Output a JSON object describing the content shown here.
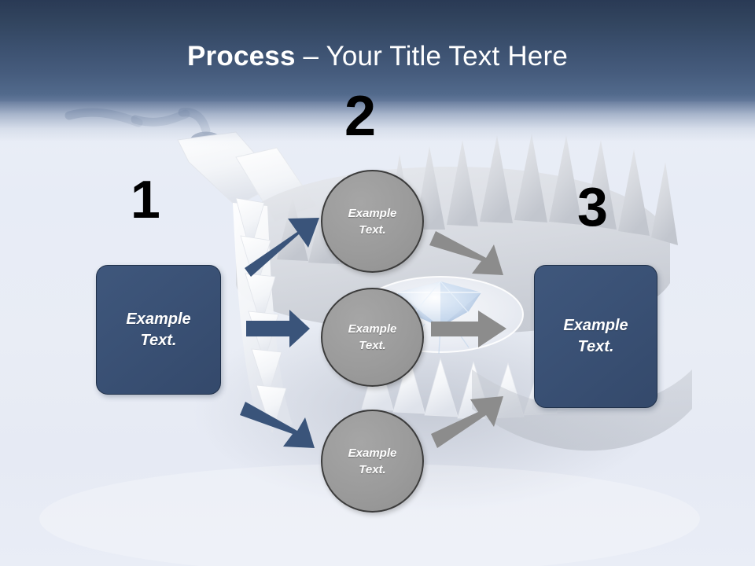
{
  "slide": {
    "title": {
      "bold_part": "Process",
      "rest": " – Your Title Text Here",
      "full": "Process – Your Title Text Here"
    },
    "background_image": "bear-trap-with-diamond-illustration"
  },
  "colors": {
    "header_top": "#2a3a55",
    "header_bottom": "#64799b",
    "body_background": "#e8ecf5",
    "navy_box_fill": "#3a5175",
    "navy_box_border": "#20314a",
    "navy_arrow": "#3a547a",
    "gray_circle_fill": "#9b9b9b",
    "gray_circle_border": "#3c3c3c",
    "gray_arrow": "#8c8c8c",
    "number_color": "#000000",
    "text_color": "#ffffff"
  },
  "steps": [
    {
      "number": "1",
      "label": "Example\nText.",
      "shape": "rounded-rectangle"
    },
    {
      "number": "2",
      "label": "",
      "shape": "number-only"
    },
    {
      "number": "3",
      "label": "Example\nText.",
      "shape": "rounded-rectangle"
    }
  ],
  "nodes": {
    "left_box": {
      "text": "Example\nText."
    },
    "right_box": {
      "text": "Example\nText."
    },
    "circle_top": {
      "text": "Example\nText."
    },
    "circle_middle": {
      "text": "Example\nText."
    },
    "circle_bottom": {
      "text": "Example\nText."
    }
  },
  "connectors": [
    {
      "name": "left-to-top",
      "color": "#3a547a",
      "direction": "up-right"
    },
    {
      "name": "left-to-middle",
      "color": "#3a547a",
      "direction": "right"
    },
    {
      "name": "left-to-bottom",
      "color": "#3a547a",
      "direction": "down-right"
    },
    {
      "name": "top-to-right",
      "color": "#8c8c8c",
      "direction": "down-right"
    },
    {
      "name": "middle-to-right",
      "color": "#8c8c8c",
      "direction": "right"
    },
    {
      "name": "bottom-to-right",
      "color": "#8c8c8c",
      "direction": "up-right"
    }
  ]
}
